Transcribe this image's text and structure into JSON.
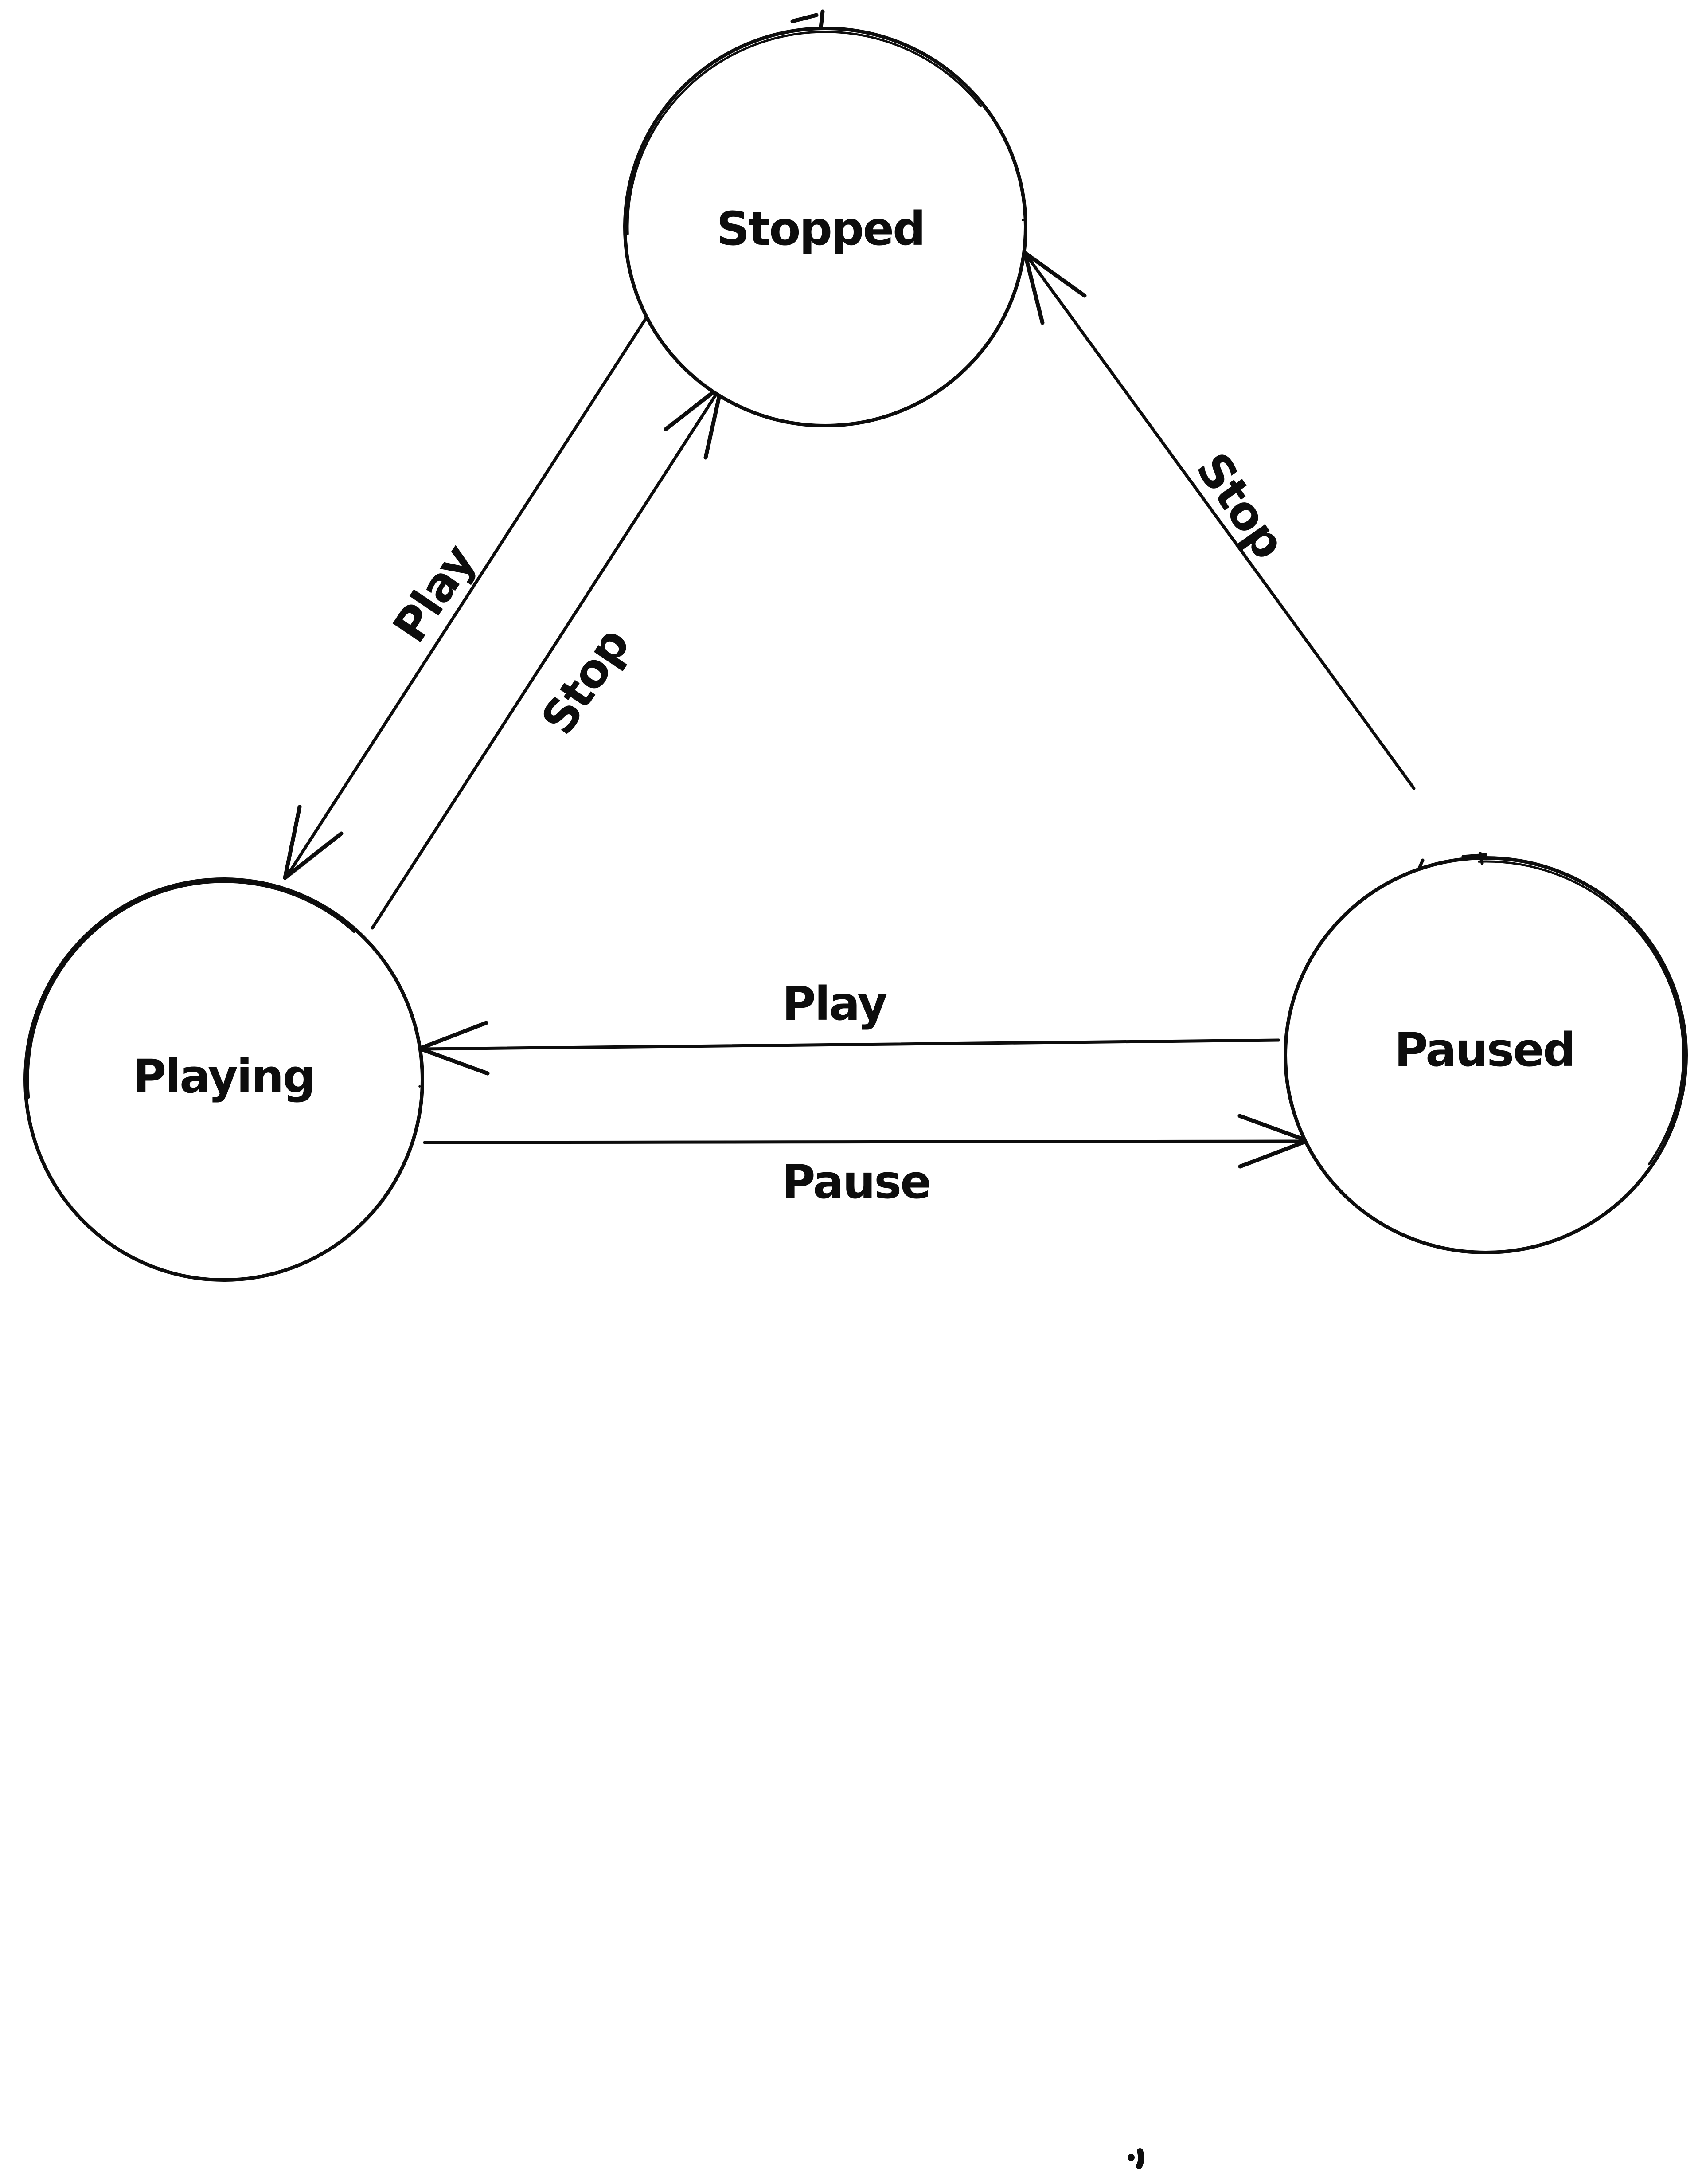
{
  "canvas": {
    "background_color": "#ffffff",
    "ink_color": "#0d0d0d",
    "style": "hand-drawn"
  },
  "diagram": {
    "nodes": [
      {
        "id": "stopped",
        "label": "Stopped"
      },
      {
        "id": "playing",
        "label": "Playing"
      },
      {
        "id": "paused",
        "label": "Paused"
      }
    ],
    "edges": [
      {
        "id": "stopped-to-playing",
        "from": "Stopped",
        "to": "Playing",
        "label": "Play"
      },
      {
        "id": "playing-to-stopped",
        "from": "Playing",
        "to": "Stopped",
        "label": "Stop"
      },
      {
        "id": "paused-to-stopped",
        "from": "Paused",
        "to": "Stopped",
        "label": "Stop"
      },
      {
        "id": "paused-to-playing",
        "from": "Paused",
        "to": "Playing",
        "label": "Play"
      },
      {
        "id": "playing-to-paused",
        "from": "Playing",
        "to": "Paused",
        "label": "Pause"
      }
    ]
  }
}
